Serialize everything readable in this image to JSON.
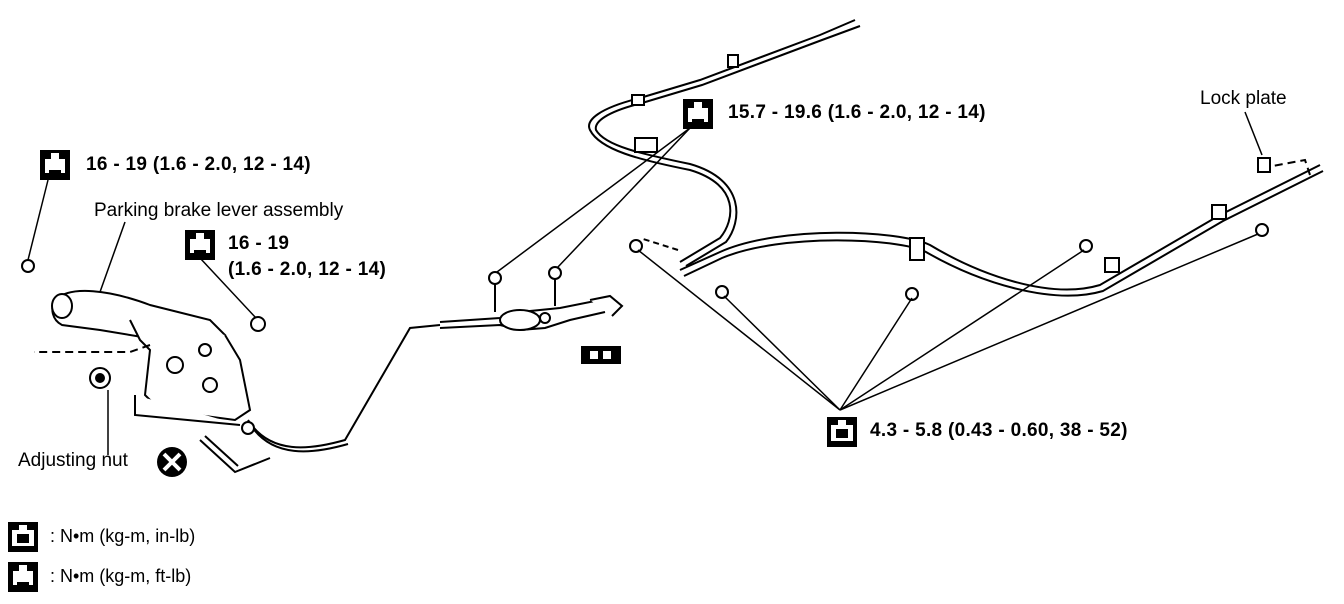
{
  "diagram": {
    "labels": {
      "torque_lever_top": "16 - 19 (1.6 - 2.0, 12 - 14)",
      "parking_brake_lever": "Parking brake lever assembly",
      "torque_lever_mid_line1": "16 - 19",
      "torque_lever_mid_line2": "(1.6 - 2.0, 12 - 14)",
      "torque_cable_bracket": "15.7 - 19.6 (1.6 - 2.0, 12 - 14)",
      "lock_plate": "Lock plate",
      "torque_small_bolts": "4.3 - 5.8 (0.43 - 0.60, 38 - 52)",
      "adjusting_nut": "Adjusting nut"
    },
    "legend": [
      {
        "icon": "torque-wrench-inlb-icon",
        "text": ": N•m (kg-m, in-lb)"
      },
      {
        "icon": "torque-wrench-ftlb-icon",
        "text": ": N•m (kg-m, ft-lb)"
      }
    ]
  }
}
